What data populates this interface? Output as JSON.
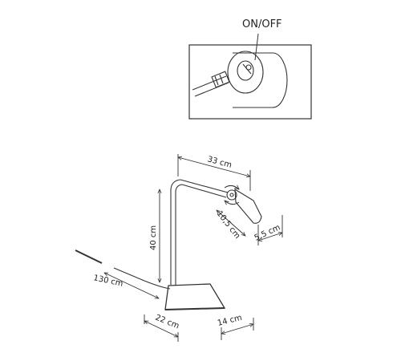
{
  "detail": {
    "switch_label": "ON/OFF"
  },
  "dimensions": {
    "arm_length": "33 cm",
    "height": "40 cm",
    "head_length": "10,5 cm",
    "head_diameter": "5,5 cm",
    "cable_length": "130 cm",
    "base_width": "22 cm",
    "base_depth": "14 cm"
  },
  "colors": {
    "line": "#333333",
    "text": "#222222"
  }
}
